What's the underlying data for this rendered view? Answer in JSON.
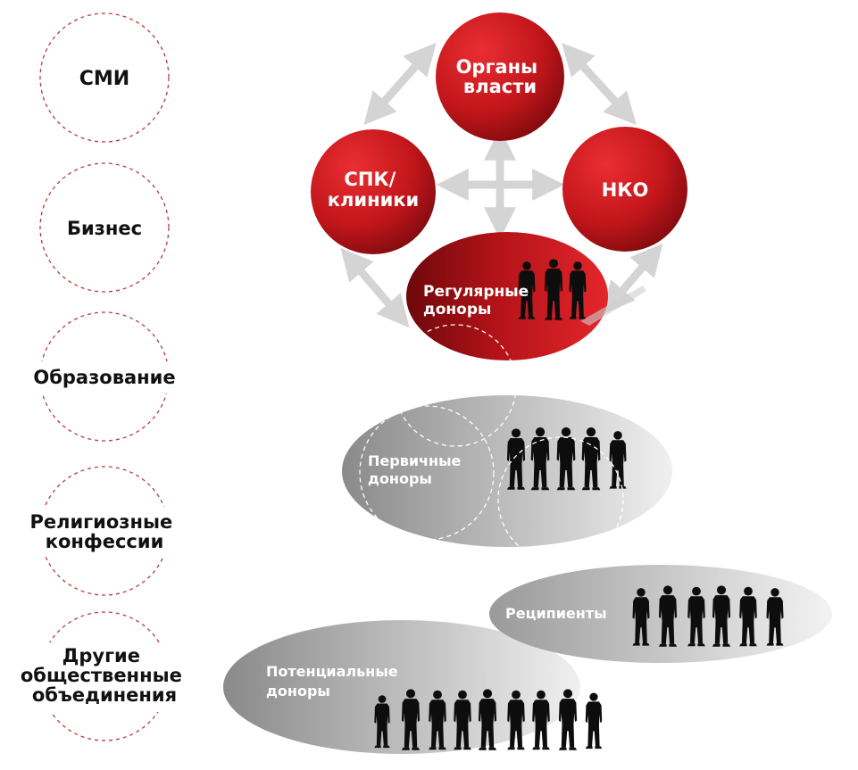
{
  "left_column": [
    {
      "id": "smi",
      "lines": [
        "СМИ"
      ]
    },
    {
      "id": "business",
      "lines": [
        "Бизнес"
      ]
    },
    {
      "id": "education",
      "lines": [
        "Образование"
      ]
    },
    {
      "id": "religion",
      "lines": [
        "Религиозные",
        "конфессии"
      ]
    },
    {
      "id": "other",
      "lines": [
        "Другие",
        "общественные",
        "объединения"
      ]
    }
  ],
  "red_nodes": {
    "authorities": [
      "Органы",
      "власти"
    ],
    "spk": [
      "СПК/",
      "клиники"
    ],
    "nko": [
      "НКО"
    ],
    "regular": [
      "Регулярные",
      "доноры"
    ]
  },
  "grey_groups": {
    "primary": [
      "Первичные",
      "доноры"
    ],
    "recipients": [
      "Реципиенты"
    ],
    "potential": [
      "Потенциальные",
      "доноры"
    ]
  },
  "colors": {
    "red_light": "#e3262b",
    "red_dark": "#7d0a0d",
    "grey_light": "#d9d9d9",
    "grey_dark": "#8e8e8e",
    "dash_red": "#b93a3a",
    "arrow": "#d4d4d4",
    "silhouette": "#0d0d0d"
  }
}
